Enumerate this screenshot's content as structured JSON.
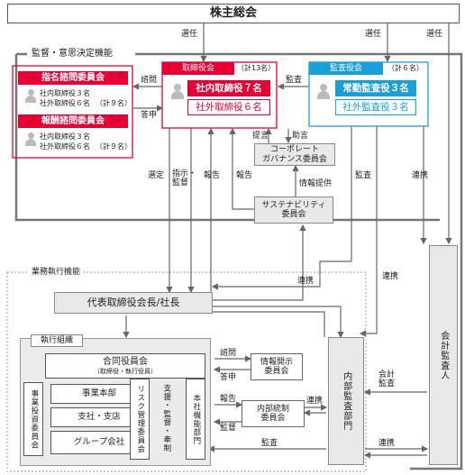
{
  "top": {
    "shareholders": "株主総会",
    "elect_1": "選任",
    "elect_2": "選任",
    "elect_3": "選任"
  },
  "governance": {
    "section_label": "監督・意思決定機能"
  },
  "nomination": {
    "title": "指名諮問委員会",
    "inside": "社内取締役３名",
    "outside": "社外取締役６名",
    "total": "（計９名）"
  },
  "compensation": {
    "title": "報酬諮問委員会",
    "inside": "社内取締役３名",
    "outside": "社外取締役６名",
    "total": "（計９名）"
  },
  "board": {
    "title": "取締役会",
    "total": "（計13名）",
    "inside": "社内取締役７名",
    "outside": "社外取締役６名"
  },
  "audit_board": {
    "title": "監査役会",
    "total": "（計６名）",
    "fulltime": "常勤監査役３名",
    "outside": "社外監査役３名"
  },
  "committees": {
    "cg": "コーポレート\nガバナンス委員会",
    "sustainability": "サステナビリティ\n委員会"
  },
  "labels": {
    "consult": "諮問",
    "report_back": "答申",
    "audit_1": "監査",
    "proposal": "提言",
    "advice": "助言",
    "select": "選定",
    "direct_supervise": "指示・\n監督",
    "report_1": "報告",
    "report_2": "報告",
    "info": "情報提供",
    "audit_2": "監査",
    "coop_1": "連携",
    "coop_2": "連携",
    "coop_3": "連携",
    "coop_4": "連携",
    "coop_5": "連携",
    "consult_2": "諮問",
    "report_back_2": "答申",
    "report_3": "報告",
    "supervise": "監督",
    "audit_3": "監査",
    "accounting_audit": "会計\n監査",
    "support": "支援・監督・牽制"
  },
  "execution": {
    "section_label": "業務執行機能",
    "ceo": "代表取締役会長/社長",
    "org_label": "執行組織",
    "exec_committee": "合同役員会",
    "exec_committee_sub": "（取締役・執行役員）",
    "investment": "事業投資委員会",
    "division": "事業本部",
    "branches": "支社・支店",
    "group": "グループ会社",
    "risk": "リスク管理委員会",
    "hq": "本社機能部門",
    "disclosure": "情報開示\n委員会",
    "internal_control": "内部統制\n委員会",
    "internal_audit": "内部監査部門",
    "accounting_auditor": "会計監査人"
  }
}
